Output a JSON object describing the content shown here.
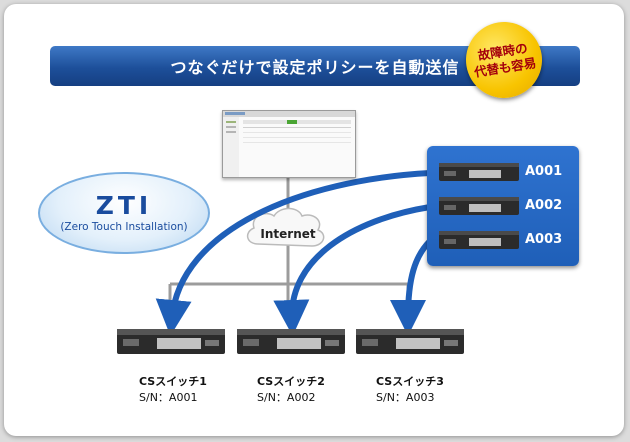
{
  "banner": {
    "title": "つなぐだけで設定ポリシーを自動送信"
  },
  "badge": {
    "line1": "故障時の",
    "line2": "代替も容易"
  },
  "zti": {
    "title": "ZTI",
    "subtitle": "(Zero Touch Installation)"
  },
  "network": {
    "internet_label": "Internet"
  },
  "spare_switches": [
    {
      "label": "A001"
    },
    {
      "label": "A002"
    },
    {
      "label": "A003"
    }
  ],
  "cs_switches": [
    {
      "name": "CSスイッチ1",
      "serial": "S/N：A001"
    },
    {
      "name": "CSスイッチ2",
      "serial": "S/N：A002"
    },
    {
      "name": "CSスイッチ3",
      "serial": "S/N：A003"
    }
  ],
  "colors": {
    "banner": "#1d4f9a",
    "arrow": "#1f5fb8",
    "badge": "#f8c400",
    "badge_text": "#a4000c"
  },
  "icons": {
    "server": "management-console-icon",
    "cloud": "internet-cloud-icon",
    "switch": "network-switch-icon"
  }
}
